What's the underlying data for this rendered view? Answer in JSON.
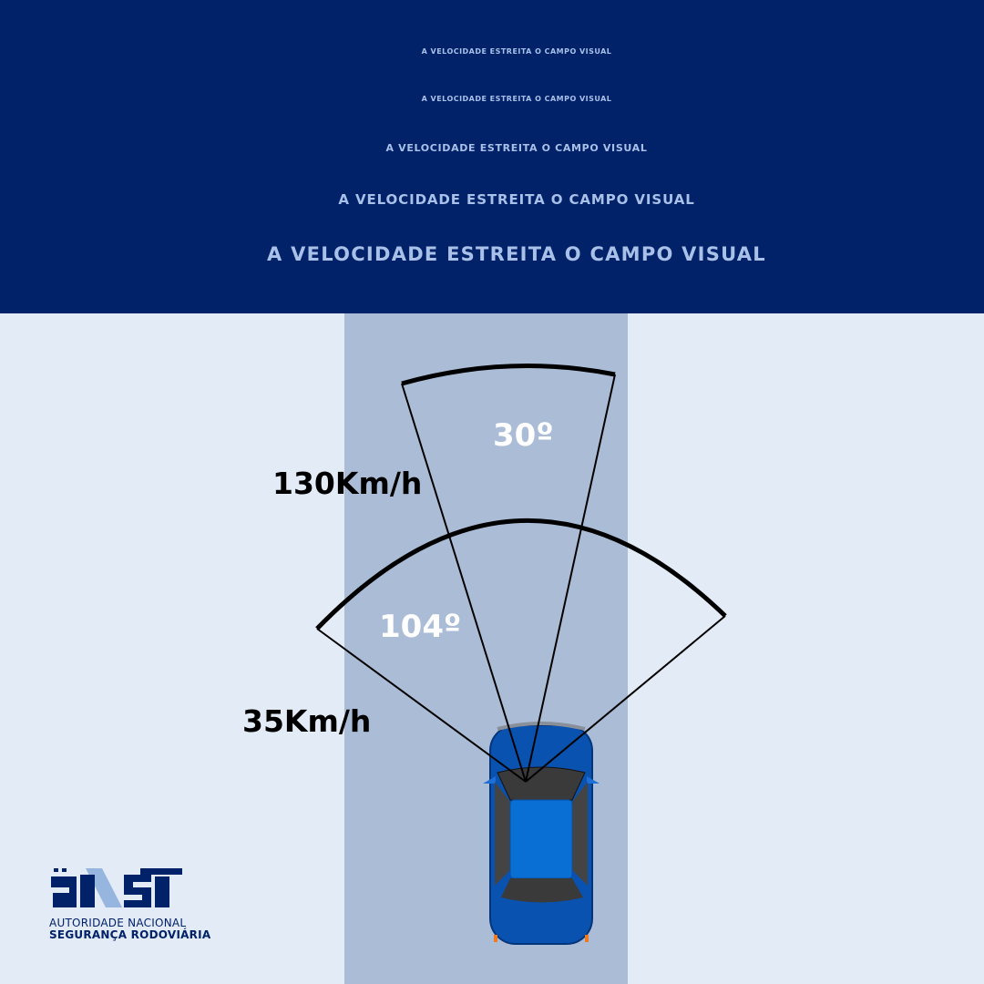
{
  "header": {
    "lines": [
      "A VELOCIDADE ESTREITA O CAMPO VISUAL",
      "A VELOCIDADE ESTREITA O CAMPO VISUAL",
      "A VELOCIDADE ESTREITA O CAMPO VISUAL",
      "A VELOCIDADE ESTREITA O CAMPO VISUAL",
      "A VELOCIDADE ESTREITA O CAMPO VISUAL"
    ]
  },
  "diagram": {
    "narrow": {
      "angle_label": "30º",
      "speed_label": "130Km/h",
      "angle_deg": 30
    },
    "wide": {
      "angle_label": "104º",
      "speed_label": "35Km/h",
      "angle_deg": 104
    }
  },
  "logo": {
    "mark": "ansr",
    "line1": "AUTORIDADE NACIONAL",
    "line2": "SEGURANÇA RODOVIÁRIA"
  },
  "colors": {
    "navy": "#012169",
    "light_blue": "#a9c1e8",
    "road": "#abbcd6",
    "background": "#e3ebf6",
    "car": "#0a52b0"
  }
}
